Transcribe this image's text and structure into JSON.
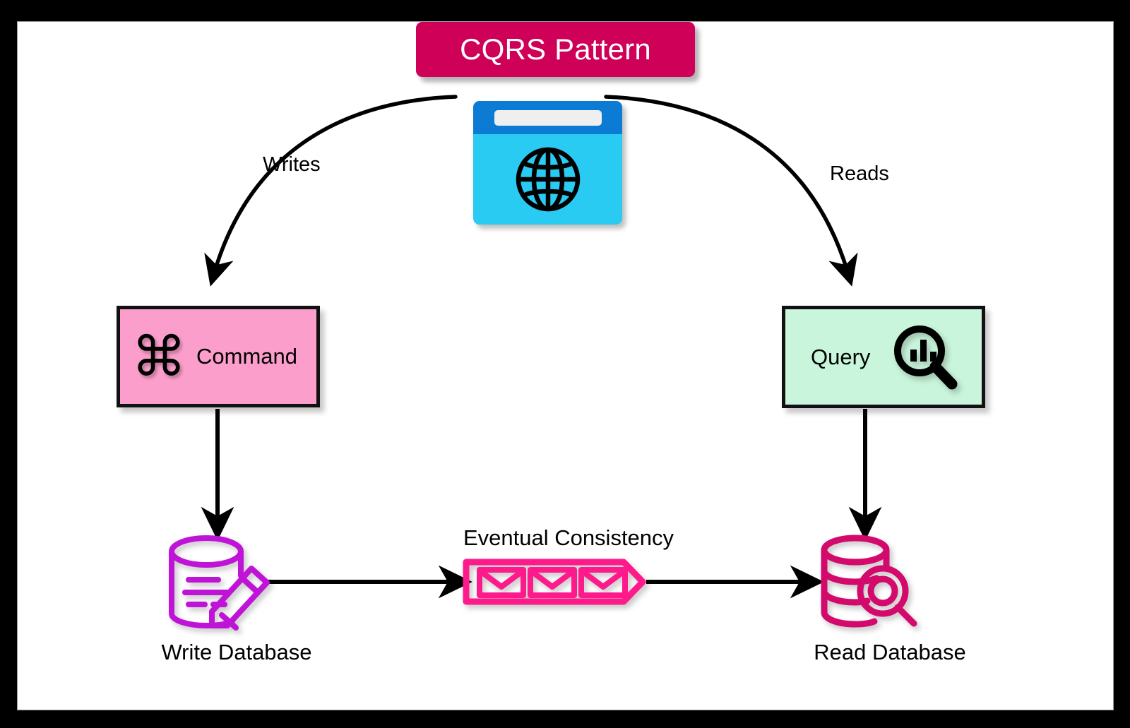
{
  "diagram": {
    "title": "CQRS Pattern",
    "background_color": "#000000",
    "canvas_color": "#ffffff"
  },
  "nodes": {
    "browser": {
      "name": "web-browser",
      "icon": "globe-browser-icon",
      "title_bar_color": "#0C7BD4",
      "body_color": "#29CBF2",
      "url_bar_color": "#EFEFEF"
    },
    "command": {
      "label": "Command",
      "icon": "command-key-icon",
      "glyph": "⌘",
      "fill_color": "#FB9ECB",
      "border_color": "#111111"
    },
    "query": {
      "label": "Query",
      "icon": "magnifier-bar-chart-icon",
      "fill_color": "#C9F5DC",
      "border_color": "#111111"
    },
    "write_database": {
      "label": "Write Database",
      "icon": "database-pencil-icon",
      "color": "#C013D8"
    },
    "read_database": {
      "label": "Read Database",
      "icon": "database-magnifier-icon",
      "color": "#D4096C"
    },
    "message_queue": {
      "caption": "Eventual Consistency",
      "icon": "envelope-queue-icon",
      "color": "#FF1A8C",
      "envelope_count": 3
    }
  },
  "edges": [
    {
      "name": "browser-to-command",
      "label": "Writes",
      "from": "browser",
      "to": "command",
      "style": "curved-arrow",
      "color": "#000000"
    },
    {
      "name": "browser-to-query",
      "label": "Reads",
      "from": "browser",
      "to": "query",
      "style": "curved-arrow",
      "color": "#000000"
    },
    {
      "name": "command-to-write-db",
      "label": "",
      "from": "command",
      "to": "write_database",
      "style": "straight-arrow",
      "color": "#000000"
    },
    {
      "name": "query-to-read-db",
      "label": "",
      "from": "query",
      "to": "read_database",
      "style": "straight-arrow",
      "color": "#000000"
    },
    {
      "name": "write-db-to-queue",
      "label": "",
      "from": "write_database",
      "to": "message_queue",
      "style": "straight-arrow",
      "color": "#000000"
    },
    {
      "name": "queue-to-read-db",
      "label": "",
      "from": "message_queue",
      "to": "read_database",
      "style": "straight-arrow",
      "color": "#000000"
    }
  ],
  "labels": {
    "writes": "Writes",
    "reads": "Reads",
    "eventual_consistency": "Eventual Consistency",
    "write_database": "Write Database",
    "read_database": "Read Database",
    "command": "Command",
    "query": "Query"
  },
  "colors": {
    "title_badge": "#CE0058",
    "command_fill": "#FB9ECB",
    "query_fill": "#C9F5DC",
    "browser_body": "#29CBF2",
    "browser_bar": "#0C7BD4",
    "write_db": "#C013D8",
    "read_db": "#D4096C",
    "queue": "#FF1A8C"
  }
}
